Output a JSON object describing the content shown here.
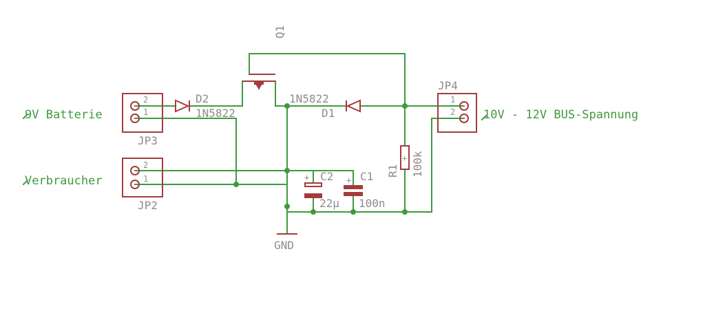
{
  "nets": {
    "battery": "9V Batterie",
    "consumer": "Verbraucher",
    "bus": "10V - 12V BUS-Spannung"
  },
  "parts": {
    "q1": "Q1",
    "d1": {
      "name": "D1",
      "value": "1N5822"
    },
    "d2": {
      "name": "D2",
      "value": "1N5822"
    },
    "c1": {
      "name": "C1",
      "value": "100n"
    },
    "c2": {
      "name": "C2",
      "value": "22µ"
    },
    "r1": {
      "name": "R1",
      "value": "100k"
    },
    "jp2": "JP2",
    "jp3": "JP3",
    "jp4": "JP4",
    "gnd": "GND"
  },
  "pins": {
    "one": "1",
    "two": "2"
  },
  "colors": {
    "wire": "#3f9a3f",
    "symbol": "#a33b3b",
    "label": "#8c8c8c"
  }
}
